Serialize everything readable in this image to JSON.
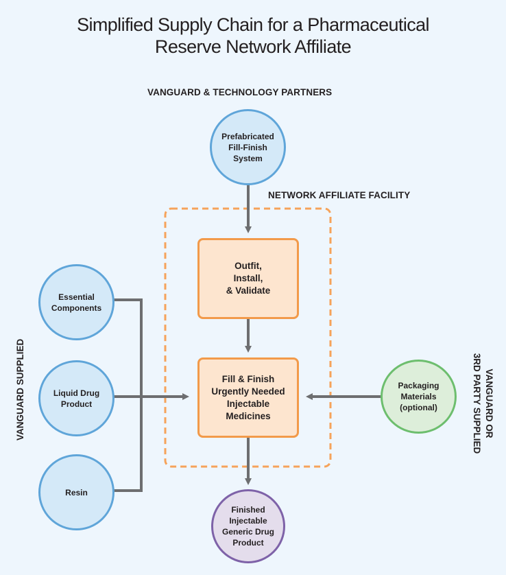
{
  "title": {
    "line1": "Simplified Supply Chain for a Pharmaceutical",
    "line2": "Reserve Network Affiliate"
  },
  "sections": {
    "top": "VANGUARD & TECHNOLOGY PARTNERS",
    "facility": "NETWORK AFFILIATE FACILITY",
    "left": "VANGUARD SUPPLIED",
    "right_line1": "VANGUARD OR",
    "right_line2": "3RD PARTY SUPPLIED"
  },
  "nodes": {
    "prefab": {
      "lines": [
        "Prefabricated",
        "Fill-Finish",
        "System"
      ]
    },
    "outfit": {
      "lines": [
        "Outfit,",
        "Install,",
        "& Validate"
      ]
    },
    "fill": {
      "lines": [
        "Fill & Finish",
        "Urgently Needed",
        "Injectable",
        "Medicines"
      ]
    },
    "essential": {
      "lines": [
        "Essential",
        "Components"
      ]
    },
    "liquid": {
      "lines": [
        "Liquid Drug",
        "Product"
      ]
    },
    "resin": {
      "lines": [
        "Resin"
      ]
    },
    "packaging": {
      "lines": [
        "Packaging",
        "Materials",
        "(optional)"
      ]
    },
    "finished": {
      "lines": [
        "Finished",
        "Injectable",
        "Generic Drug",
        "Product"
      ]
    }
  },
  "colors": {
    "background": "#eef6fd",
    "supplier_circle": "#5fa5d9",
    "optional_circle": "#6dbe6e",
    "output_circle": "#7e62a8",
    "process_box": "#f29a4a",
    "facility_border": "#f6a35a",
    "connector": "#6d6e70"
  }
}
